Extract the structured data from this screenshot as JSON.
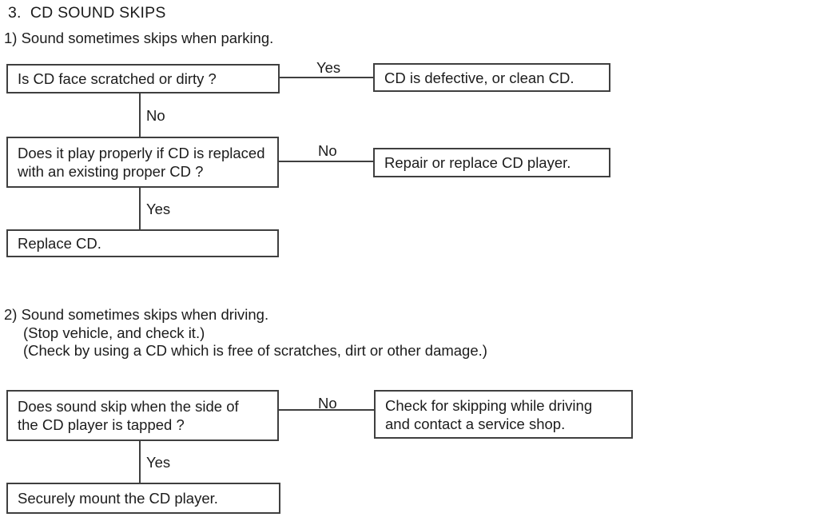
{
  "title": "3.  CD SOUND SKIPS",
  "colors": {
    "background": "#ffffff",
    "line_and_border": "#3f3f3f",
    "text": "#1c1c1c"
  },
  "section1": {
    "heading": "1) Sound sometimes skips when parking.",
    "question1": {
      "text": "Is CD face scratched or dirty ?"
    },
    "edge_yes1": {
      "label": "Yes"
    },
    "answer1": {
      "text": "CD is defective, or clean CD."
    },
    "edge_no1": {
      "label": "No"
    },
    "question2": {
      "line1": "Does it play properly if CD is replaced",
      "line2": "with an existing proper CD ?"
    },
    "edge_no2": {
      "label": "No"
    },
    "answer2": {
      "text": "Repair or replace CD player."
    },
    "edge_yes2": {
      "label": "Yes"
    },
    "result1": {
      "text": "Replace CD."
    }
  },
  "section2": {
    "heading": "2) Sound sometimes skips when driving.",
    "note1": "(Stop vehicle, and check it.)",
    "note2": "(Check by using a CD which is free of scratches, dirt or other damage.)",
    "question3": {
      "line1": "Does sound skip when the side of",
      "line2": "the CD player is tapped ?"
    },
    "edge_no3": {
      "label": "No"
    },
    "answer3": {
      "line1": "Check for skipping while driving",
      "line2": "and contact a service shop."
    },
    "edge_yes3": {
      "label": "Yes"
    },
    "result2": {
      "text": "Securely mount the CD player."
    }
  }
}
